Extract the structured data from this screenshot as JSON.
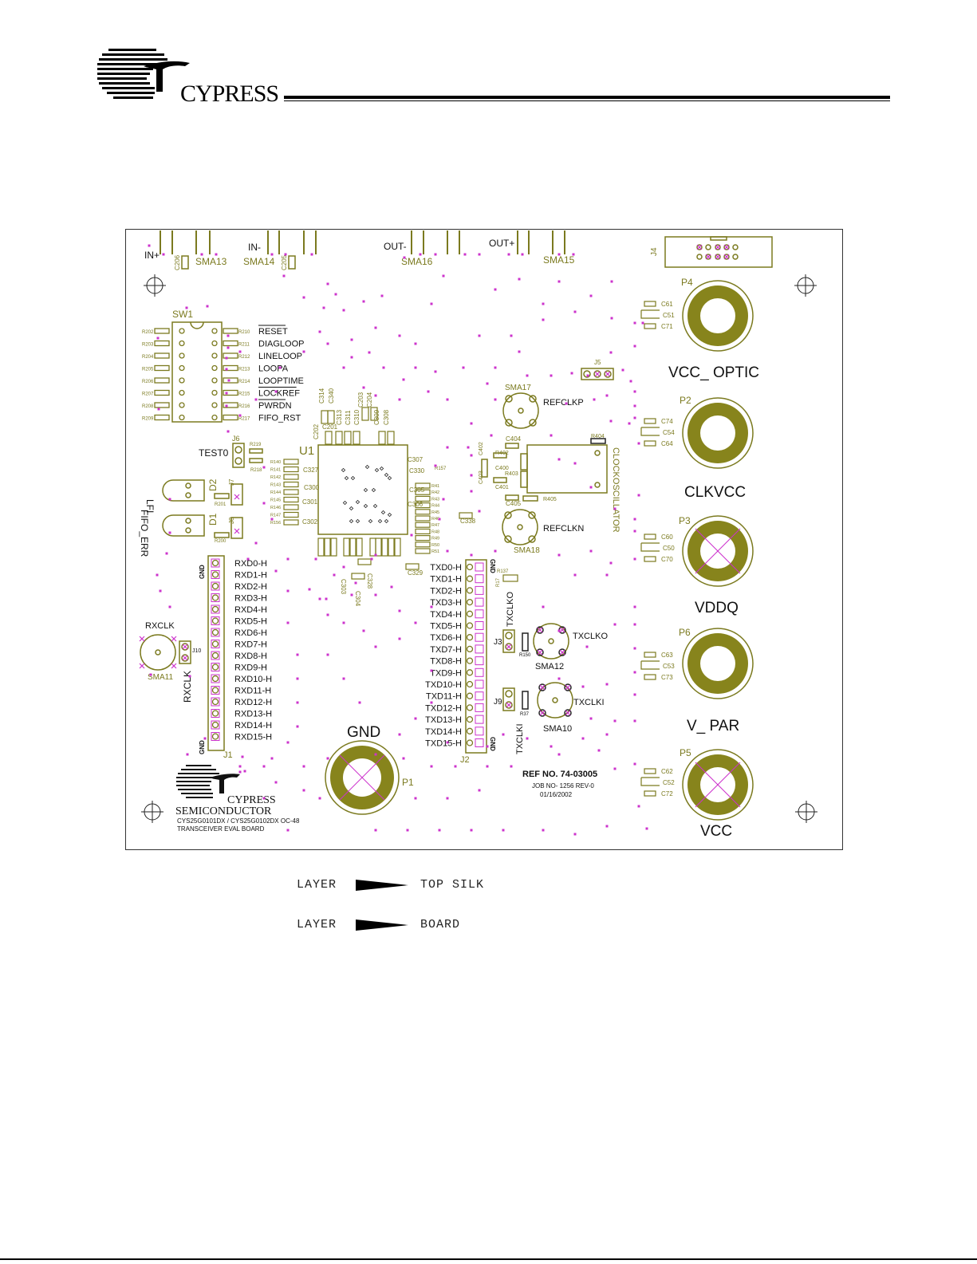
{
  "header": {
    "company": "CYPRESS"
  },
  "board": {
    "title_logo": "CYPRESS",
    "title_logo_sub": "SEMICONDUCTOR",
    "board_name_line1": "CYS25G0101DX / CYS25G0102DX OC-48",
    "board_name_line2": "TRANSCEIVER EVAL BOARD",
    "ref_no": "REF NO. 74-03005",
    "job_no": "JOB NO- 1256 REV-0",
    "date": "01/16/2002",
    "connectors_top": {
      "in_plus": "IN+",
      "in_minus": "IN-",
      "out_minus": "OUT-",
      "out_plus": "OUT+",
      "sma13": "SMA13",
      "sma14": "SMA14",
      "sma16": "SMA16",
      "sma15": "SMA15",
      "c206": "C206",
      "c205": "C205",
      "j4": "J4"
    },
    "switch": {
      "label": "SW1",
      "left_resistors": [
        "R202",
        "R203",
        "R204",
        "R205",
        "R206",
        "R207",
        "R208",
        "R209"
      ],
      "right_resistors": [
        "R210",
        "R211",
        "R212",
        "R213",
        "R214",
        "R215",
        "R216",
        "R217"
      ],
      "signals": [
        "RESET",
        "DIAGLOOP",
        "LINELOOP",
        "LOOPA",
        "LOOPTIME",
        "LOCKREF",
        "PWRDN",
        "FIFO_RST"
      ]
    },
    "power": {
      "p4": "P4",
      "p2": "P2",
      "p3": "P3",
      "p6": "P6",
      "p5": "P5",
      "p1": "P1",
      "vcc_optic": "VCC_ OPTIC",
      "clkvcc": "CLKVCC",
      "vddq": "VDDQ",
      "v_par": "V_ PAR",
      "vcc": "VCC",
      "gnd": "GND",
      "caps_p4": [
        "C61",
        "C51",
        "C71"
      ],
      "caps_p2": [
        "C74",
        "C54",
        "C64"
      ],
      "caps_p3": [
        "C60",
        "C50",
        "C70"
      ],
      "caps_p6": [
        "C63",
        "C53",
        "C73"
      ],
      "caps_p5": [
        "C62",
        "C52",
        "C72"
      ]
    },
    "misc": {
      "j5": "J5",
      "sma17": "SMA17",
      "refclkp": "REFCLKP",
      "sma18": "SMA18",
      "refclkn": "REFCLKN",
      "clockoscillator": "CLOCKOSCILLATOR",
      "r404": "R404",
      "c404": "C404",
      "c405": "C405",
      "r405": "R405",
      "test0": "TEST0",
      "j6": "J6",
      "r219": "R219",
      "r218": "R218",
      "u1": "U1",
      "lfi": "LFI",
      "fifo_err": "FIFO_ERR",
      "d1": "D1",
      "d2": "D2",
      "j7": "J7",
      "j8": "J8",
      "r200": "R200",
      "r201": "R201",
      "rxclk": "RXCLK",
      "sma11": "SMA11",
      "j10": "J10",
      "rxclk_vert": "RXCLK",
      "txclko": "TXCLKO",
      "txclko_vert": "TXCLKO",
      "sma12": "SMA12",
      "j3": "J3",
      "r150": "R150",
      "txclki": "TXCLKI",
      "txclki_vert": "TXCLKI",
      "sma10": "SMA10",
      "j9": "J9",
      "r37": "R37",
      "r137": "R137",
      "r17": "R17",
      "c338": "C338",
      "c303": "C303",
      "c304": "C304",
      "c328": "C328",
      "c329": "C329",
      "c307": "C307",
      "c327": "C327",
      "c300": "C300",
      "c301": "C301",
      "c302": "C302",
      "c305": "C305",
      "c330": "C330",
      "c306": "C306",
      "c310": "C310",
      "c314": "C314",
      "c340": "C340",
      "c203": "C203",
      "c204": "C204",
      "c201": "C201",
      "c202": "C202",
      "c313": "C313",
      "c311": "C311",
      "c309": "C309",
      "c308": "C308",
      "c402": "C402",
      "c400": "C400",
      "c403": "C403",
      "c401": "C401",
      "r402": "R402",
      "r403": "R403",
      "r157": "R157",
      "u1_res_left": [
        "R140",
        "R141",
        "R142",
        "R143",
        "R144",
        "R145",
        "R146",
        "R147",
        "R156"
      ],
      "u1_res_right": [
        "R41",
        "R42",
        "R43",
        "R44",
        "R45",
        "R46",
        "R47",
        "R48",
        "R49",
        "R50",
        "R51"
      ]
    },
    "j1": {
      "label": "J1",
      "gnd_top": "GND",
      "gnd_bottom": "GND",
      "signals": [
        "RXD0-H",
        "RXD1-H",
        "RXD2-H",
        "RXD3-H",
        "RXD4-H",
        "RXD5-H",
        "RXD6-H",
        "RXD7-H",
        "RXD8-H",
        "RXD9-H",
        "RXD10-H",
        "RXD11-H",
        "RXD12-H",
        "RXD13-H",
        "RXD14-H",
        "RXD15-H"
      ]
    },
    "j2": {
      "label": "J2",
      "gnd_top": "GND",
      "gnd_bottom": "GND",
      "signals": [
        "TXD0-H",
        "TXD1-H",
        "TXD2-H",
        "TXD3-H",
        "TXD4-H",
        "TXD5-H",
        "TXD6-H",
        "TXD7-H",
        "TXD8-H",
        "TXD9-H",
        "TXD10-H",
        "TXD11-H",
        "TXD12-H",
        "TXD13-H",
        "TXD14-H",
        "TXD15-H"
      ]
    }
  },
  "legend": [
    {
      "word": "LAYER",
      "value": "TOP SILK"
    },
    {
      "word": "LAYER",
      "value": "BOARD"
    }
  ],
  "colors": {
    "silk": "#7b7a1f",
    "copper": "#87841c",
    "via": "#cc33cc",
    "text": "#111111"
  }
}
